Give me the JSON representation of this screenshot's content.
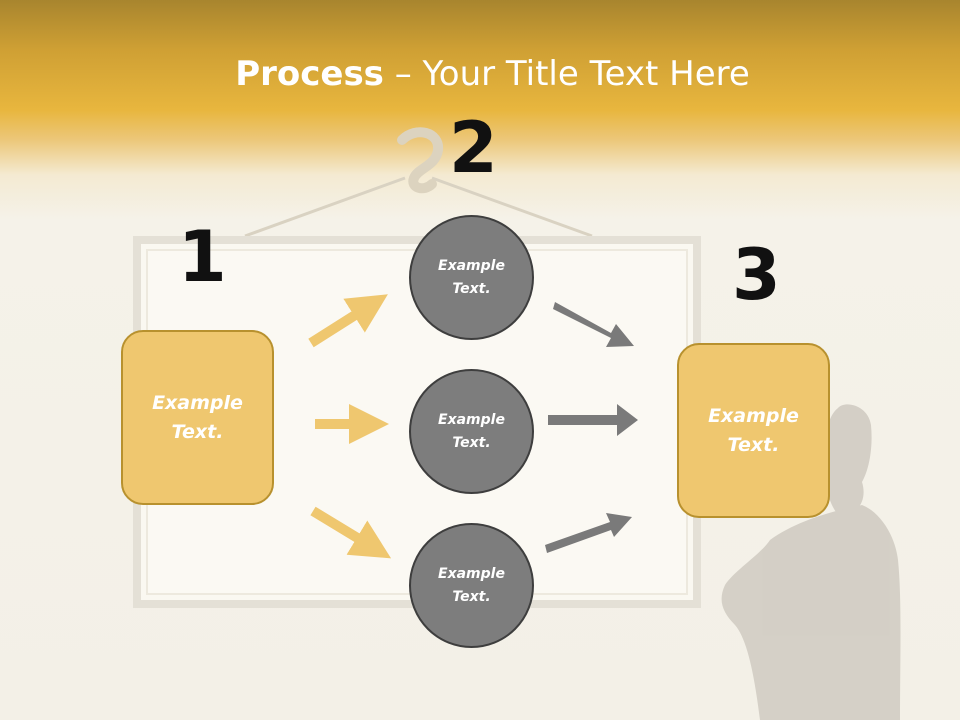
{
  "title": {
    "strong": "Process",
    "rest": " – Your Title Text Here"
  },
  "steps": [
    {
      "number": "1",
      "text": "Example Text."
    },
    {
      "number": "2"
    },
    {
      "number": "3",
      "text": "Example Text."
    }
  ],
  "circles": [
    {
      "text": "Example Text."
    },
    {
      "text": "Example Text."
    },
    {
      "text": "Example Text."
    }
  ],
  "colors": {
    "accent": "#efc76f",
    "accent_border": "#b8912e",
    "circle_fill": "#7d7d7d",
    "circle_border": "#3e3e3e",
    "arrow_left": "#efc76f",
    "arrow_right": "#7a7a7a",
    "header": "#e8b63e"
  }
}
